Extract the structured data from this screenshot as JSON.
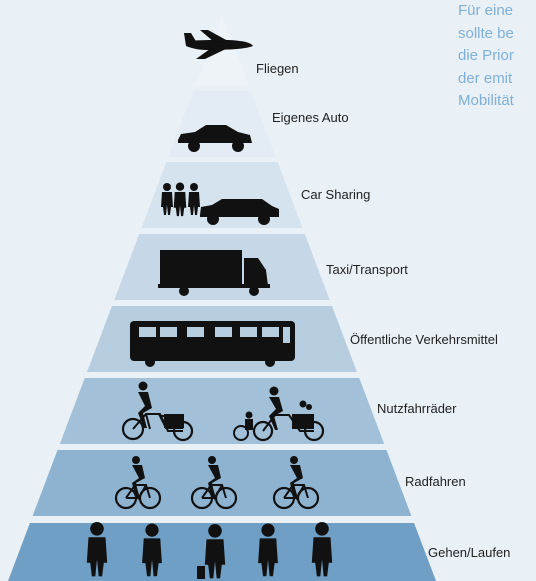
{
  "intro_text_lines": [
    "Für eine",
    "sollte be",
    "die Prior",
    "der emit",
    "Mobilität"
  ],
  "tiers": [
    {
      "label": "Fliegen",
      "icon": "airplane-icon"
    },
    {
      "label": "Eigenes Auto",
      "icon": "car-icon"
    },
    {
      "label": "Car Sharing",
      "icon": "car-sharing-icon"
    },
    {
      "label": "Taxi/Transport",
      "icon": "truck-icon"
    },
    {
      "label": "Öffentliche Verkehrsmittel",
      "icon": "bus-icon"
    },
    {
      "label": "Nutzfahrräder",
      "icon": "cargo-bike-icon"
    },
    {
      "label": "Radfahren",
      "icon": "cyclist-icon"
    },
    {
      "label": "Gehen/Laufen",
      "icon": "pedestrian-icon"
    }
  ],
  "colors": {
    "background": "#e9f0f6",
    "tier_fill": [
      "#eef3f8",
      "#e3ecf4",
      "#d5e3ee",
      "#c6d8e7",
      "#b6cde0",
      "#a2c0d8",
      "#8eb3d0",
      "#6f9fc4"
    ],
    "silhouette": "#111111",
    "intro_text": "#7fb0d8"
  }
}
